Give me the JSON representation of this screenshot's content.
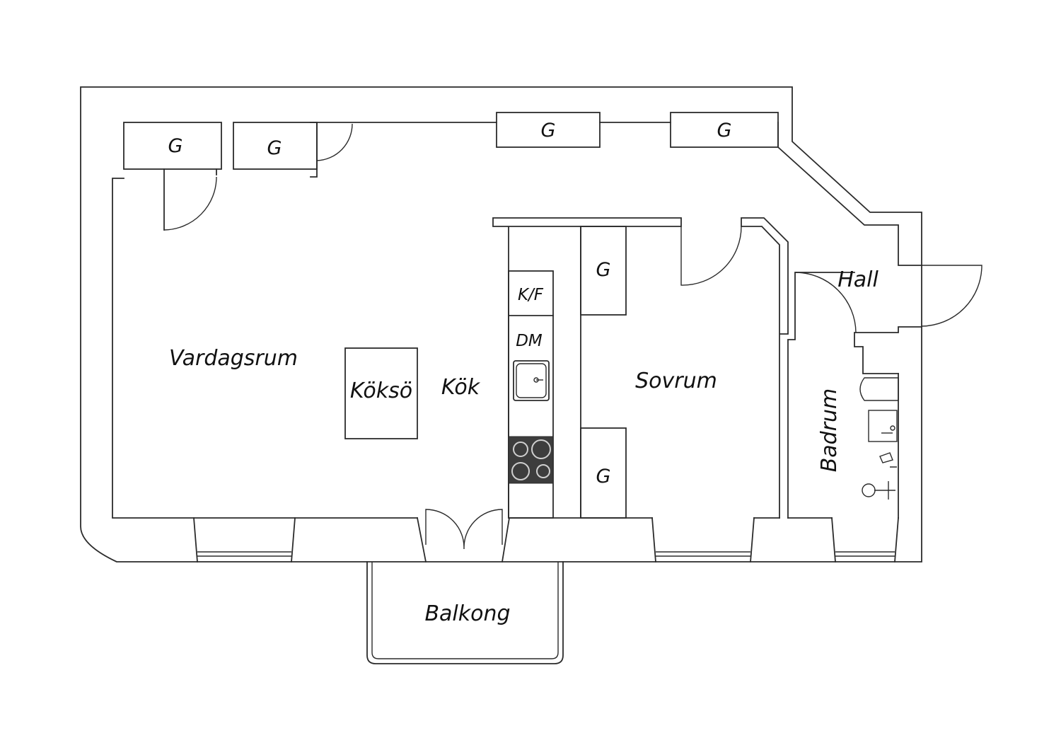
{
  "rooms": {
    "vardagsrum": "Vardagsrum",
    "koksö": "Köksö",
    "kok": "Kök",
    "sovrum": "Sovrum",
    "hall": "Hall",
    "badrum": "Badrum",
    "balkong": "Balkong"
  },
  "closets": {
    "g1": "G",
    "g2": "G",
    "g3": "G",
    "g4": "G",
    "g5": "G",
    "g6": "G"
  },
  "appliances": {
    "kf": "K/F",
    "dm": "DM"
  },
  "colors": {
    "wall": "#2b2b2b",
    "stove": "#3d3d3d",
    "background": "#ffffff"
  }
}
